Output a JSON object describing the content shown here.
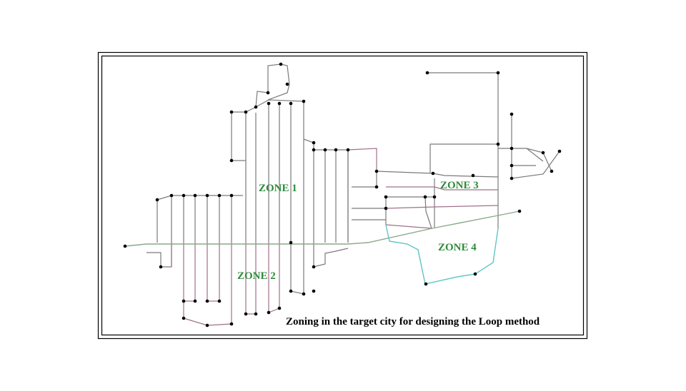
{
  "caption": "Zoning in the target city for designing the Loop method",
  "zones": [
    {
      "id": "zone-1",
      "label": "ZONE 1"
    },
    {
      "id": "zone-2",
      "label": "ZONE 2"
    },
    {
      "id": "zone-3",
      "label": "ZONE 3"
    },
    {
      "id": "zone-4",
      "label": "ZONE 4"
    }
  ],
  "colors": {
    "background": "#ffffff",
    "frame": "#000000",
    "zone_label": "#2e8b3a",
    "pipe_grey": "#7a7a7a",
    "pipe_mauve": "#a0708a",
    "pipe_cyan": "#5fc6c6",
    "pipe_green": "#8aa88a",
    "node": "#000000"
  }
}
